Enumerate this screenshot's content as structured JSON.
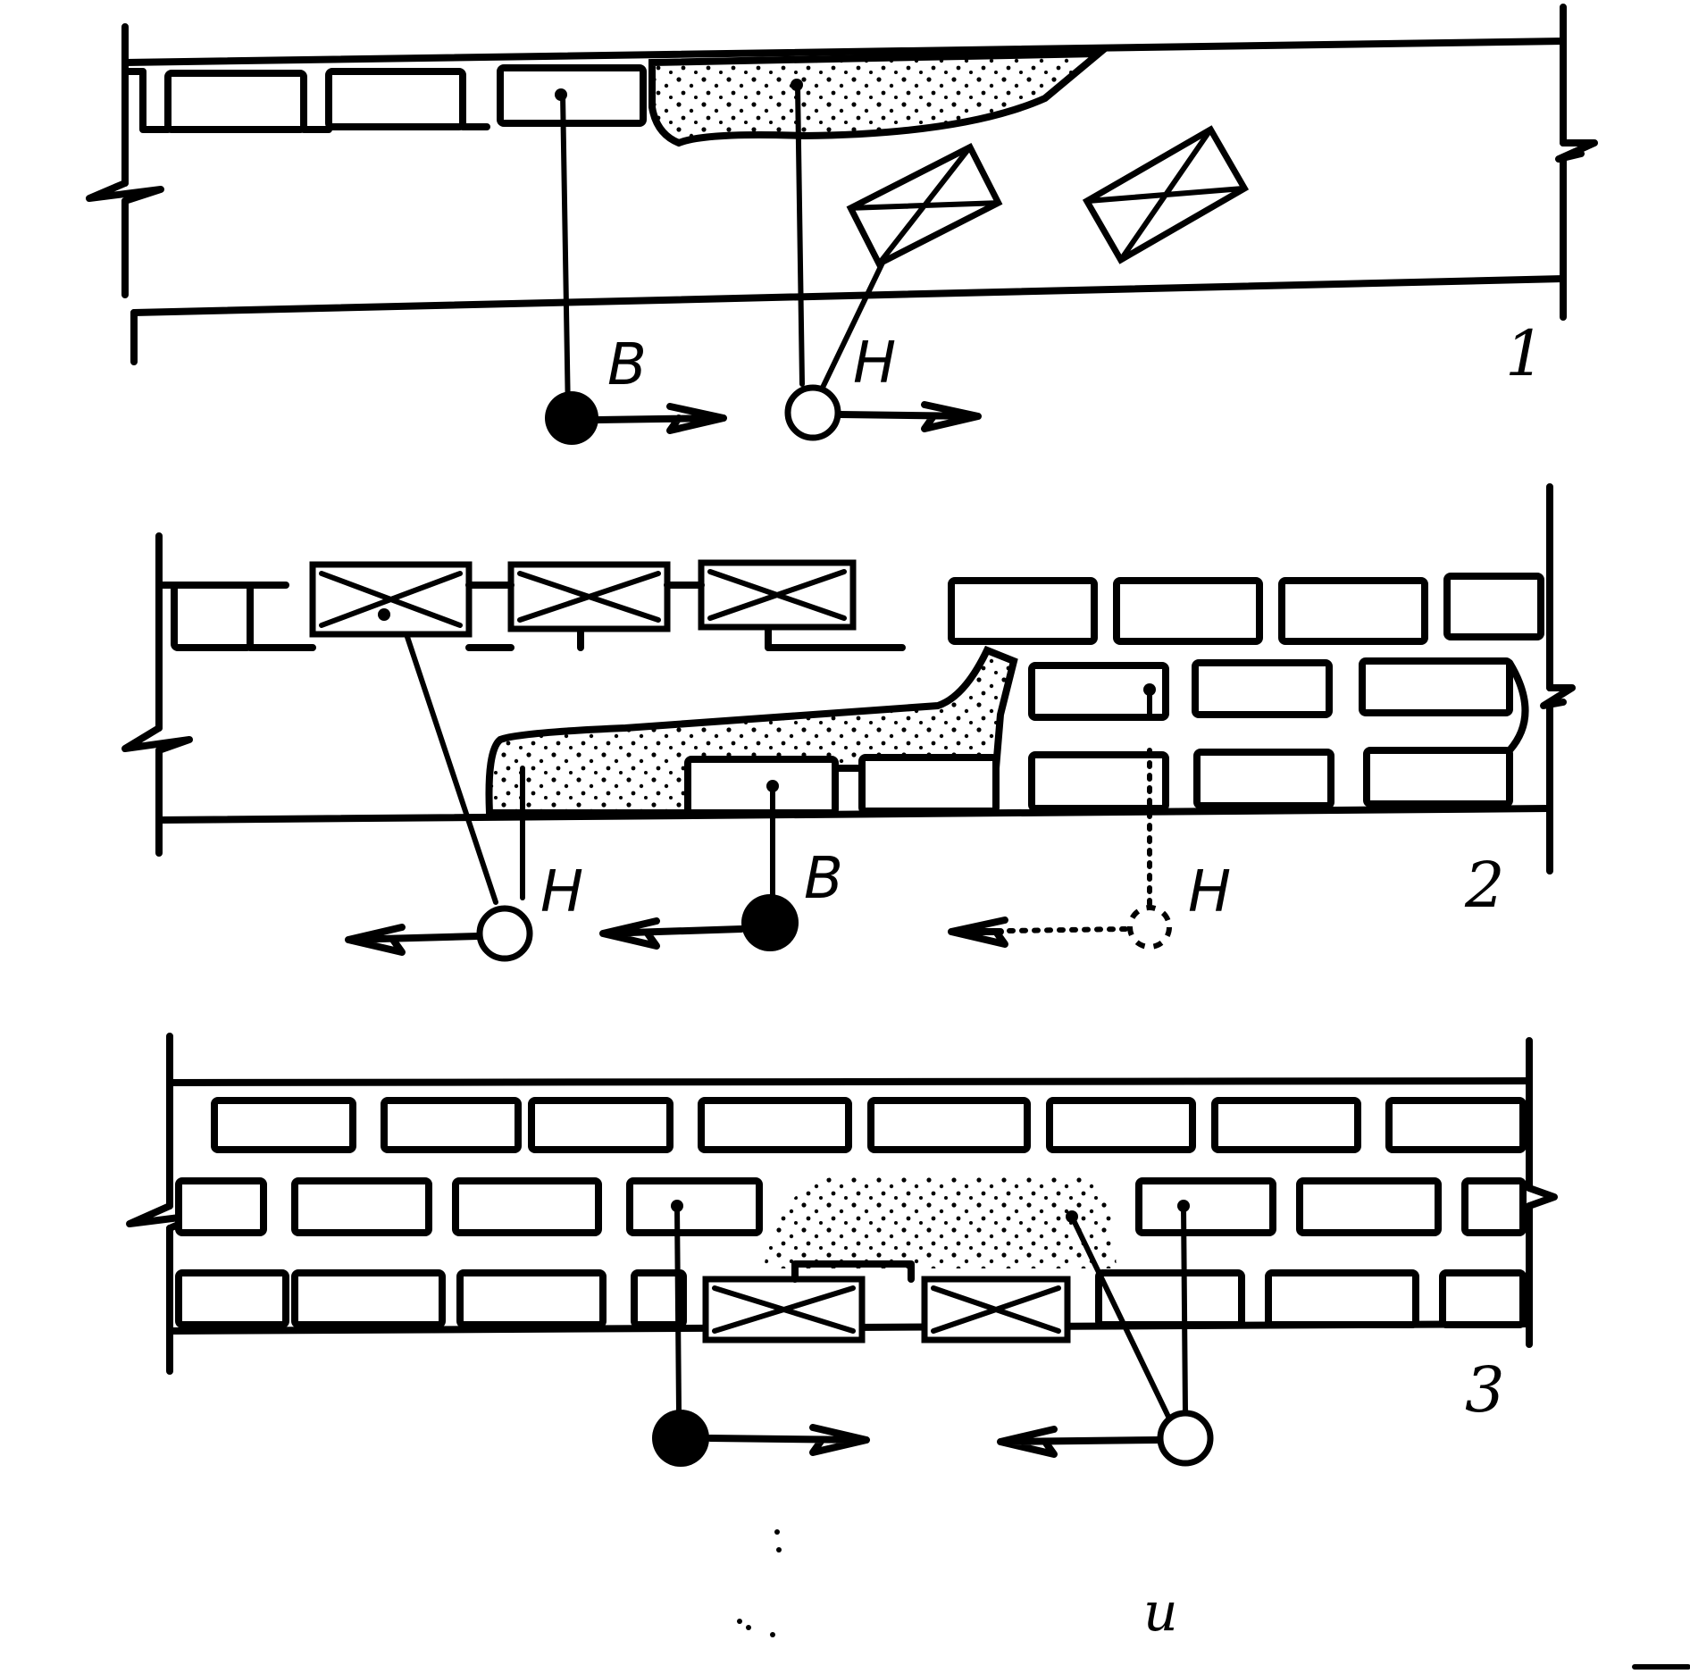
{
  "panels": [
    {
      "number": "1",
      "labels": {
        "upper_node": "B",
        "lower_node": "H"
      }
    },
    {
      "number": "2",
      "labels": {
        "lower_node_left": "H",
        "upper_node": "B",
        "lower_node_right": "H"
      }
    },
    {
      "number": "3",
      "labels": {}
    }
  ],
  "stray_text": "и"
}
